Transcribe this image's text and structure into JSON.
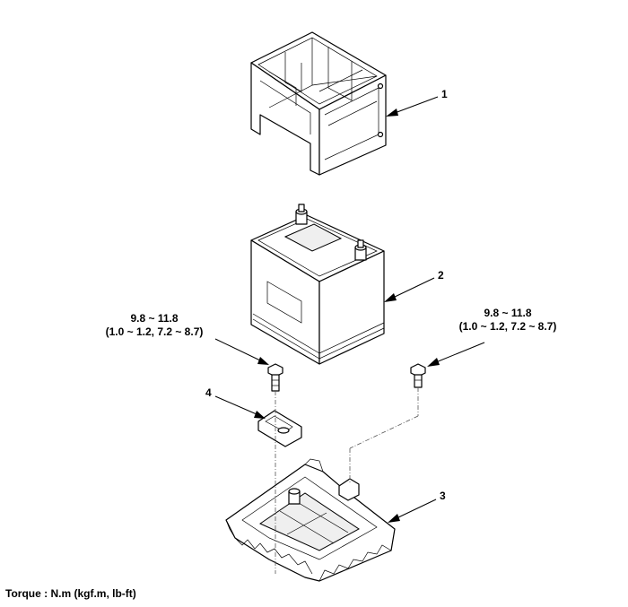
{
  "callouts": {
    "c1": "1",
    "c2": "2",
    "c3": "3",
    "c4": "4"
  },
  "torque_left": {
    "line1": "9.8 ~ 11.8",
    "line2": "(1.0 ~ 1.2, 7.2 ~ 8.7)"
  },
  "torque_right": {
    "line1": "9.8 ~ 11.8",
    "line2": "(1.0 ~ 1.2, 7.2 ~ 8.7)"
  },
  "footer": {
    "torque_unit_note": "Torque : N.m (kgf.m, lb-ft)"
  }
}
